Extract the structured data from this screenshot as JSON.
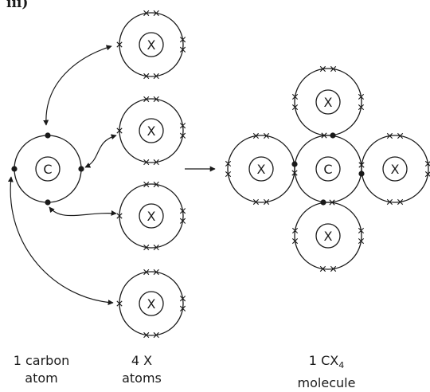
{
  "part_label": "iii)",
  "atoms": {
    "carbon_symbol": "C",
    "x_symbol": "X"
  },
  "captions": {
    "carbon": {
      "line1": "1 carbon",
      "line2": "atom"
    },
    "x_atoms": {
      "line1": "4 X",
      "line2": "atoms"
    },
    "molecule": {
      "line1_prefix": "1 CX",
      "subscript": "4",
      "line2": "molecule"
    }
  },
  "colors": {
    "ink": "#1a1a1a",
    "background": "#ffffff"
  }
}
